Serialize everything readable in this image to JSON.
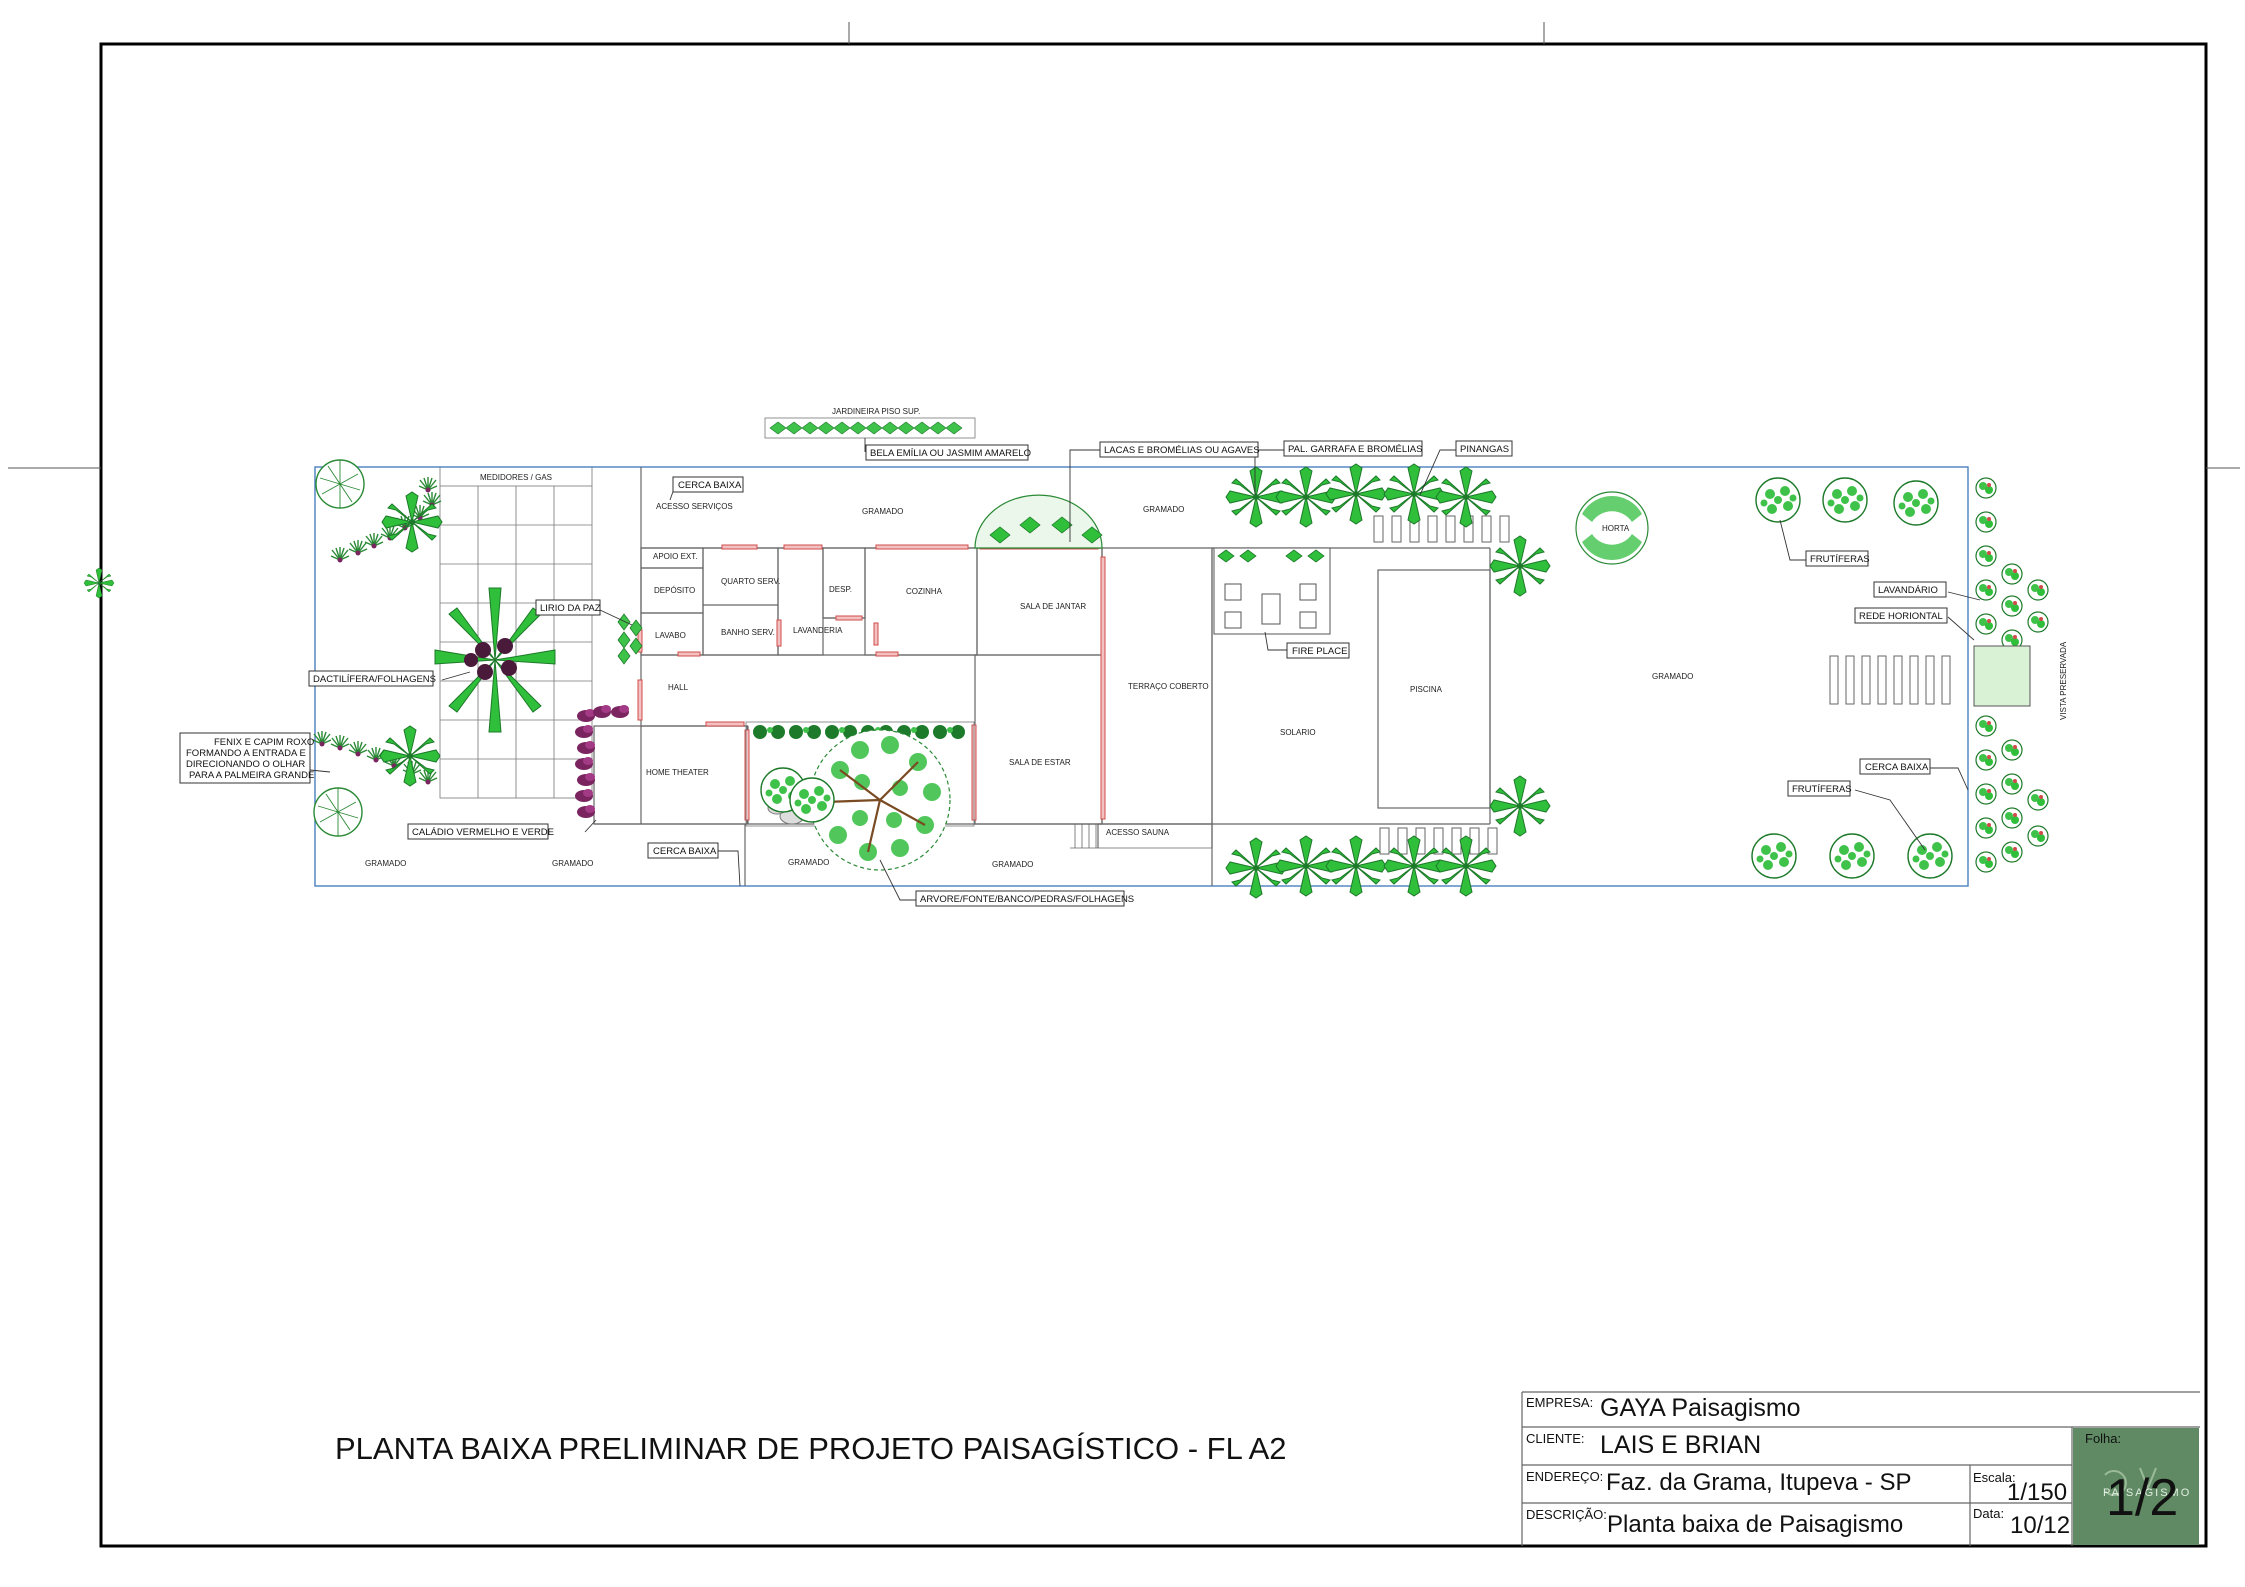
{
  "title": "PLANTA BAIXA PRELIMINAR DE PROJETO PAISAGÍSTICO - FL A2",
  "title_block": {
    "empresa_label": "EMPRESA:",
    "empresa_value": "GAYA Paisagismo",
    "cliente_label": "CLIENTE:",
    "cliente_value": "LAIS E BRIAN",
    "endereco_label": "ENDEREÇO:",
    "endereco_value": "Faz. da Grama, Itupeva - SP",
    "descricao_label": "DESCRIÇÃO:",
    "descricao_value": "Planta baixa de Paisagismo",
    "escala_label": "Escala:",
    "escala_value": "1/150",
    "data_label": "Data:",
    "data_value": "10/12",
    "folha_label": "Folha:",
    "folha_value": "1/2",
    "logo_text": "PAISAGISMO",
    "logo_color": "#5f8a63"
  },
  "rooms": {
    "medidores": "MEDIDORES / GAS",
    "acesso_servicos": "ACESSO SERVIÇOS",
    "apoio_ext": "APOIO EXT.",
    "deposito": "DEPÓSITO",
    "quarto_serv": "QUARTO SERV.",
    "desp": "DESP.",
    "cozinha": "COZINHA",
    "lavabo": "LAVABO",
    "banho_serv": "BANHO SERV.",
    "lavanderia": "LAVANDERIA",
    "sala_jantar": "SALA DE JANTAR",
    "hall": "HALL",
    "home_theater": "HOME THEATER",
    "sala_estar": "SALA DE ESTAR",
    "terraco": "TERRAÇO COBERTO",
    "acesso_sauna": "ACESSO SAUNA",
    "solario": "SOLARIO",
    "piscina": "PISCINA",
    "horta": "HORTA",
    "gramado_top1": "GRAMADO",
    "gramado_top2": "GRAMADO",
    "gramado_center": "GRAMADO",
    "gramado_b1": "GRAMADO",
    "gramado_b2": "GRAMADO",
    "gramado_b3": "GRAMADO",
    "gramado_b4": "GRAMADO",
    "jardineira": "JARDINEIRA PISO SUP.",
    "vista": "VISTA PRESERVADA"
  },
  "labels": {
    "bela_emilia": "BELA EMÍLIA OU JASMIM AMARELO",
    "cerca_baixa_top": "CERCA BAIXA",
    "lacas": "LACAS E BROMÉLIAS OU AGAVES",
    "pal_garrafa": "PAL. GARRAFA E BROMÉLIAS",
    "pinangas": "PINANGAS",
    "lirio": "LIRIO DA PAZ",
    "dactilifera": "DACTILÍFERA/FOLHAGENS",
    "fenix_1": "FENIX E CAPIM ROXO",
    "fenix_2": "FORMANDO A ENTRADA E",
    "fenix_3": "DIRECIONANDO O OLHAR",
    "fenix_4": "PARA A PALMEIRA GRANDE",
    "caladio": "CALÁDIO VERMELHO E VERDE",
    "cerca_baixa_bottom": "CERCA BAIXA",
    "arvore": "ARVORE/FONTE/BANCO/PEDRAS/FOLHAGENS",
    "fire_place": "FIRE PLACE",
    "frutiferas_top": "FRUTÍFERAS",
    "lavandario": "LAVANDÁRIO",
    "rede": "REDE HORIONTAL",
    "cerca_baixa_right": "CERCA BAIXA",
    "frutiferas_bottom": "FRUTÍFERAS"
  },
  "colors": {
    "plant_green": "#2fbf3a",
    "plant_dark": "#1d7a2a",
    "plant_purple": "#7a2560",
    "wall_red": "#d24b4b",
    "site_blue": "#4a7fbf"
  }
}
